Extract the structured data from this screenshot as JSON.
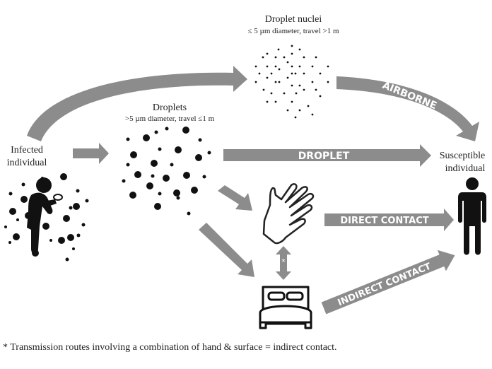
{
  "nodes": {
    "infected": {
      "label_line1": "Infected",
      "label_line2": "individual"
    },
    "droplets": {
      "title": "Droplets",
      "subtitle": ">5 µm diameter, travel ≤1 m"
    },
    "nuclei": {
      "title": "Droplet nuclei",
      "subtitle": "≤ 5 µm diameter, travel >1 m"
    },
    "susceptible": {
      "label_line1": "Susceptible",
      "label_line2": "individual"
    },
    "hand": {
      "icon": "hand-outline-icon"
    },
    "surface": {
      "icon": "bed-icon"
    }
  },
  "routes": {
    "airborne": "AIRBORNE",
    "droplet": "DROPLET",
    "direct_contact": "DIRECT CONTACT",
    "indirect_contact": "INDIRECT CONTACT",
    "hand_surface_marker": "*"
  },
  "footnote": "* Transmission routes involving a combination of hand & surface = indirect contact.",
  "colors": {
    "arrow": "#8c8c8c",
    "ink": "#111111"
  }
}
